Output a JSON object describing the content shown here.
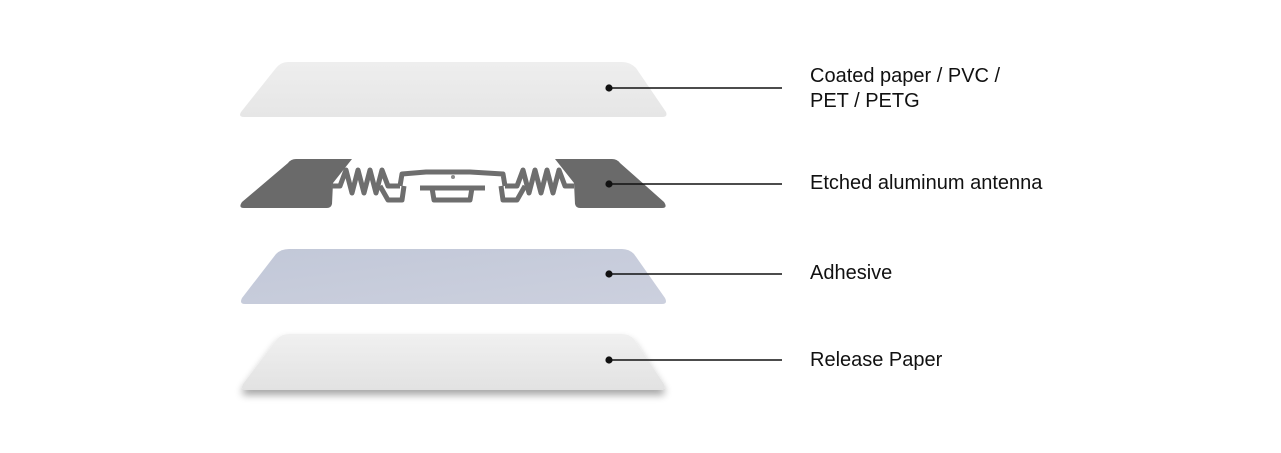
{
  "diagram": {
    "layers": [
      {
        "id": "coated-paper",
        "label_lines": [
          "Coated paper / PVC /",
          "PET / PETG"
        ],
        "color": "#ebebeb"
      },
      {
        "id": "antenna",
        "label": "Etched aluminum antenna",
        "color": "#6a6a6a"
      },
      {
        "id": "adhesive",
        "label": "Adhesive",
        "color": "#c6cbdb"
      },
      {
        "id": "release-paper",
        "label": "Release Paper",
        "color": "#e9e9e9"
      }
    ],
    "leader_color": "#111111"
  }
}
